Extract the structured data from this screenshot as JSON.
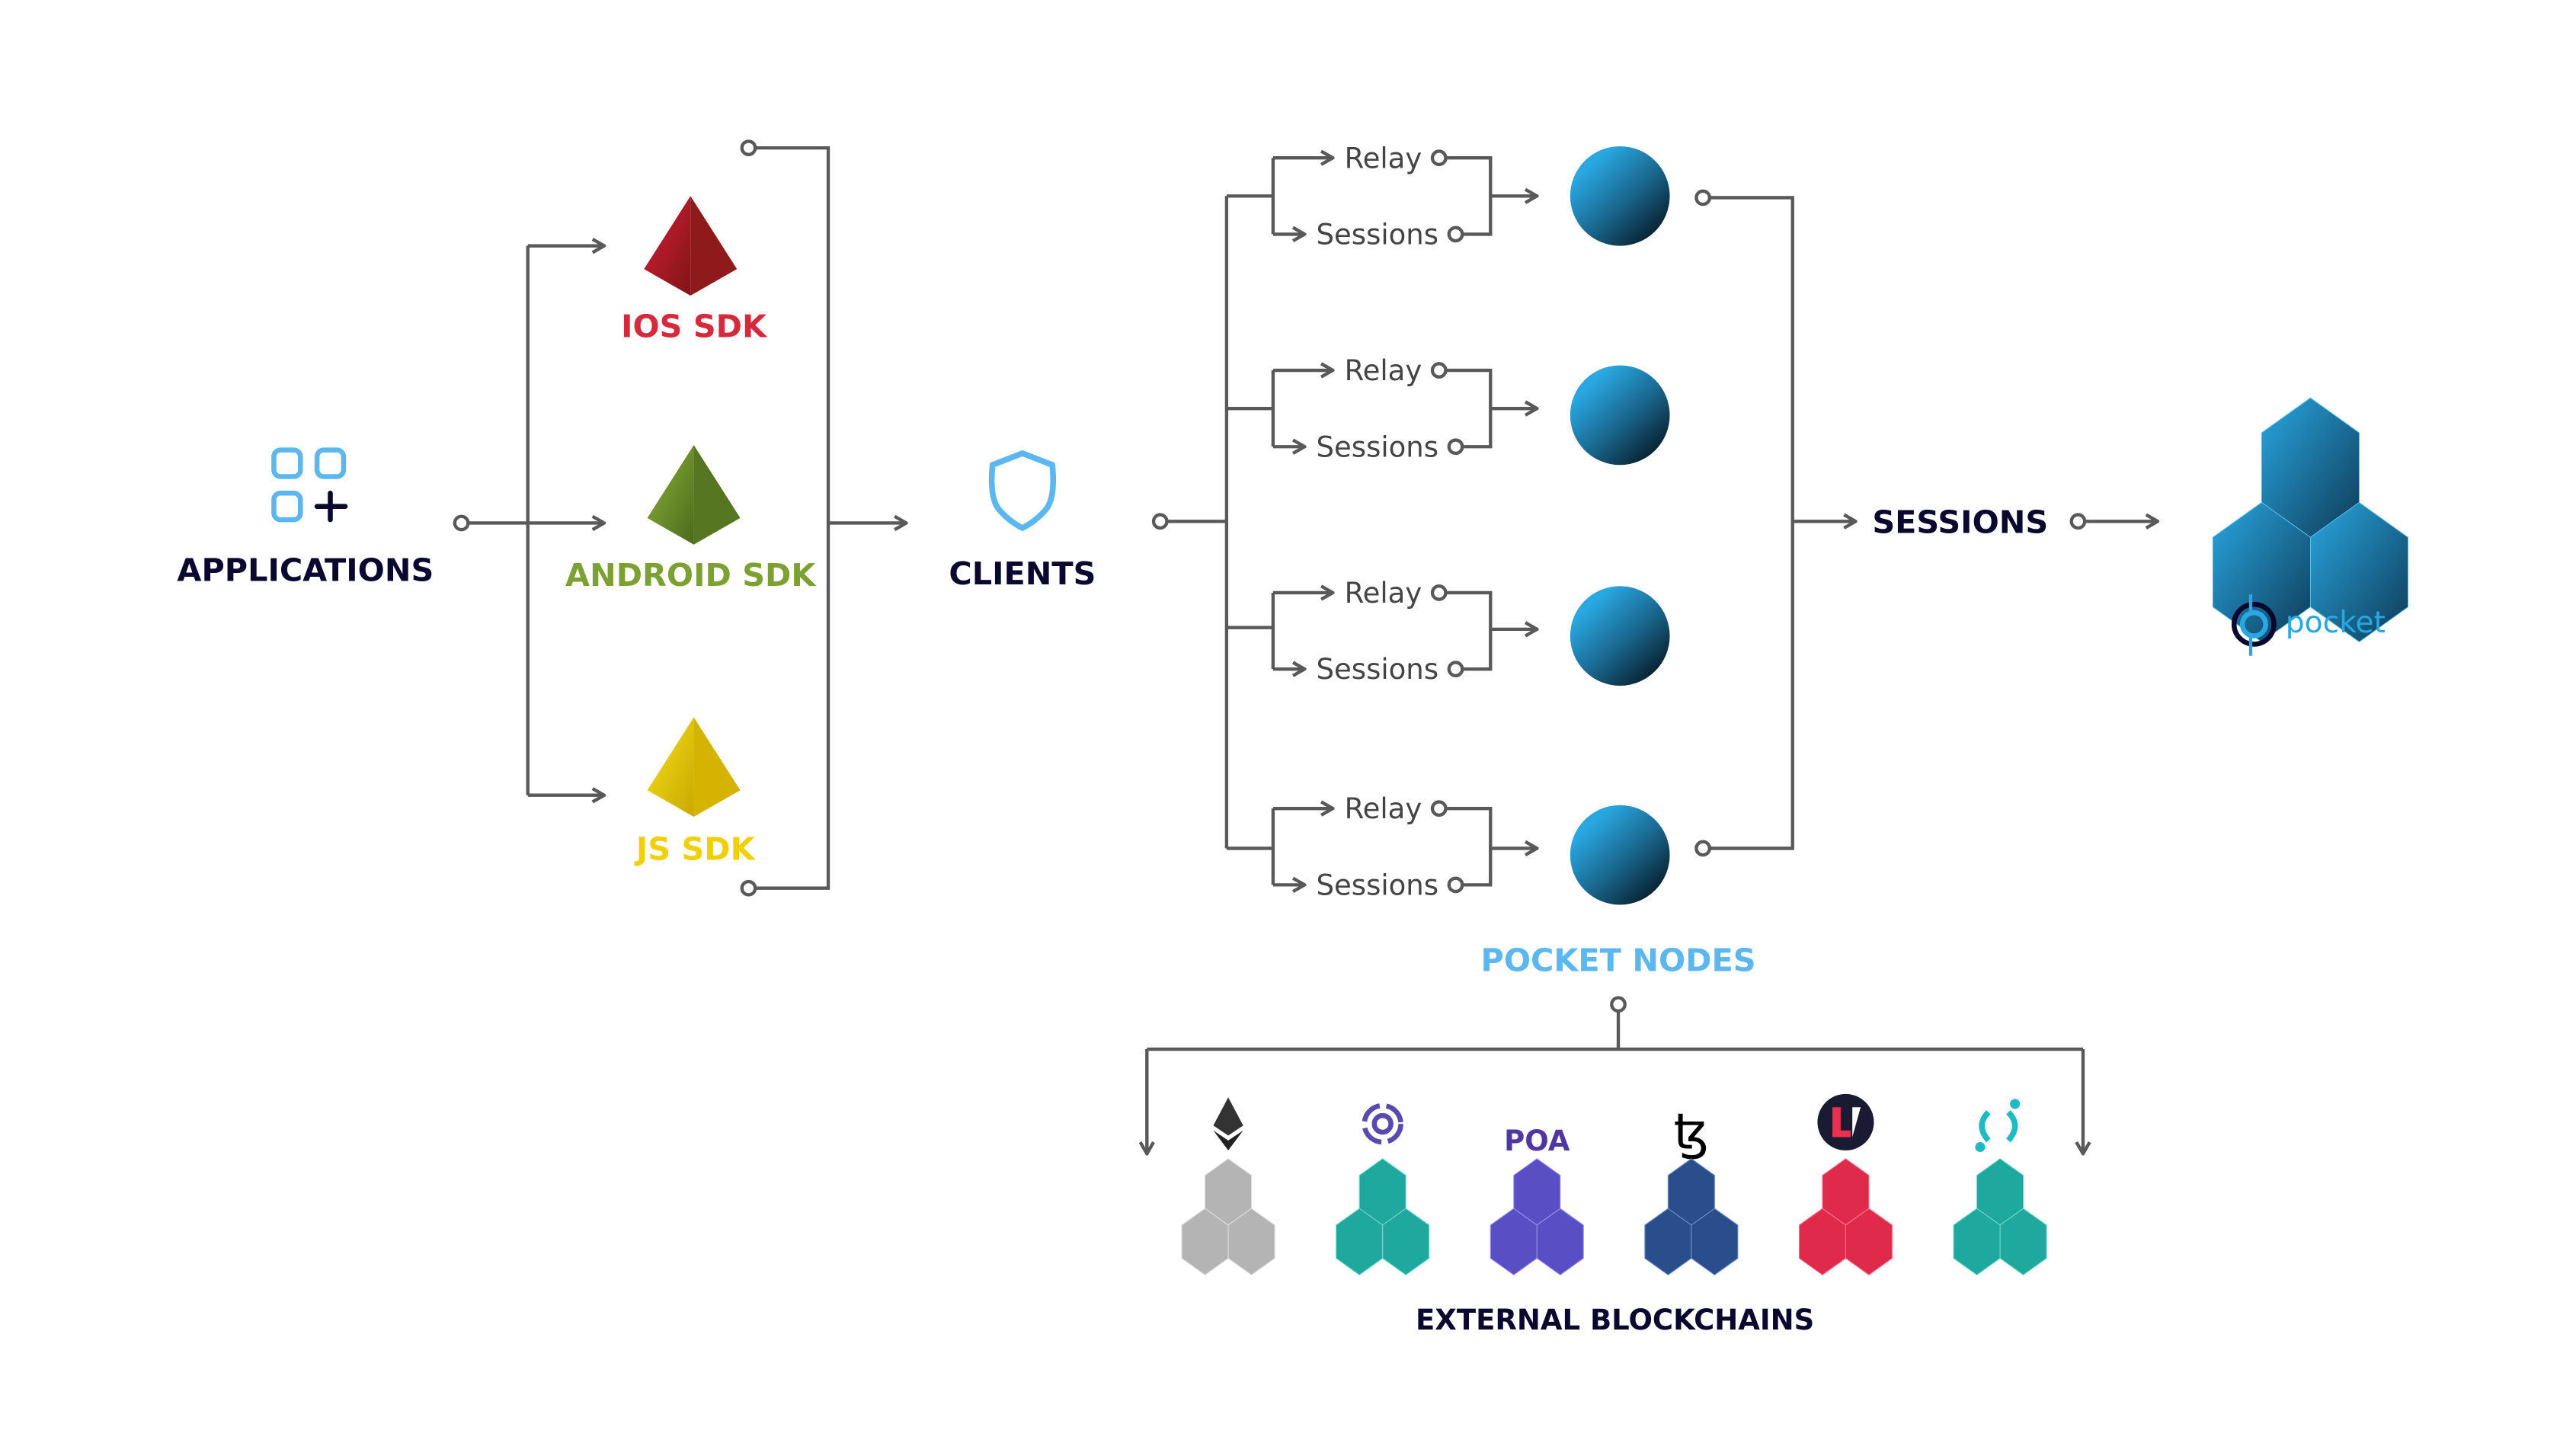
{
  "colors": {
    "line": "#595959",
    "dark_text": "#0b0830",
    "ios": "#d42a3c",
    "android": "#7da032",
    "js": "#f0d000",
    "accent_blue": "#5bb7ee",
    "node_blue": "#27a4dd"
  },
  "applications": {
    "label": "APPLICATIONS",
    "icon": "apps-add-icon"
  },
  "sdks": [
    {
      "label": "IOS SDK",
      "icon": "pyramid-icon"
    },
    {
      "label": "ANDROID SDK",
      "icon": "pyramid-icon"
    },
    {
      "label": "JS SDK",
      "icon": "pyramid-icon"
    }
  ],
  "clients": {
    "label": "CLIENTS",
    "icon": "shield-icon"
  },
  "node_groups": [
    {
      "relay": "Relay",
      "sessions": "Sessions"
    },
    {
      "relay": "Relay",
      "sessions": "Sessions"
    },
    {
      "relay": "Relay",
      "sessions": "Sessions"
    },
    {
      "relay": "Relay",
      "sessions": "Sessions"
    }
  ],
  "pocket_nodes": {
    "label": "POCKET NODES"
  },
  "sessions": {
    "label": "SESSIONS"
  },
  "pocket": {
    "logo_text": "pocket",
    "icon": "pocket-cubes-icon"
  },
  "external": {
    "label": "EXTERNAL BLOCKCHAINS",
    "chains": [
      {
        "name": "ethereum",
        "icon": "ethereum-icon"
      },
      {
        "name": "aion",
        "icon": "aion-icon"
      },
      {
        "name": "POA",
        "icon": "poa-icon"
      },
      {
        "name": "tezos",
        "icon": "tezos-icon"
      },
      {
        "name": "lto",
        "icon": "lto-icon"
      },
      {
        "name": "icon",
        "icon": "icx-icon"
      }
    ]
  }
}
